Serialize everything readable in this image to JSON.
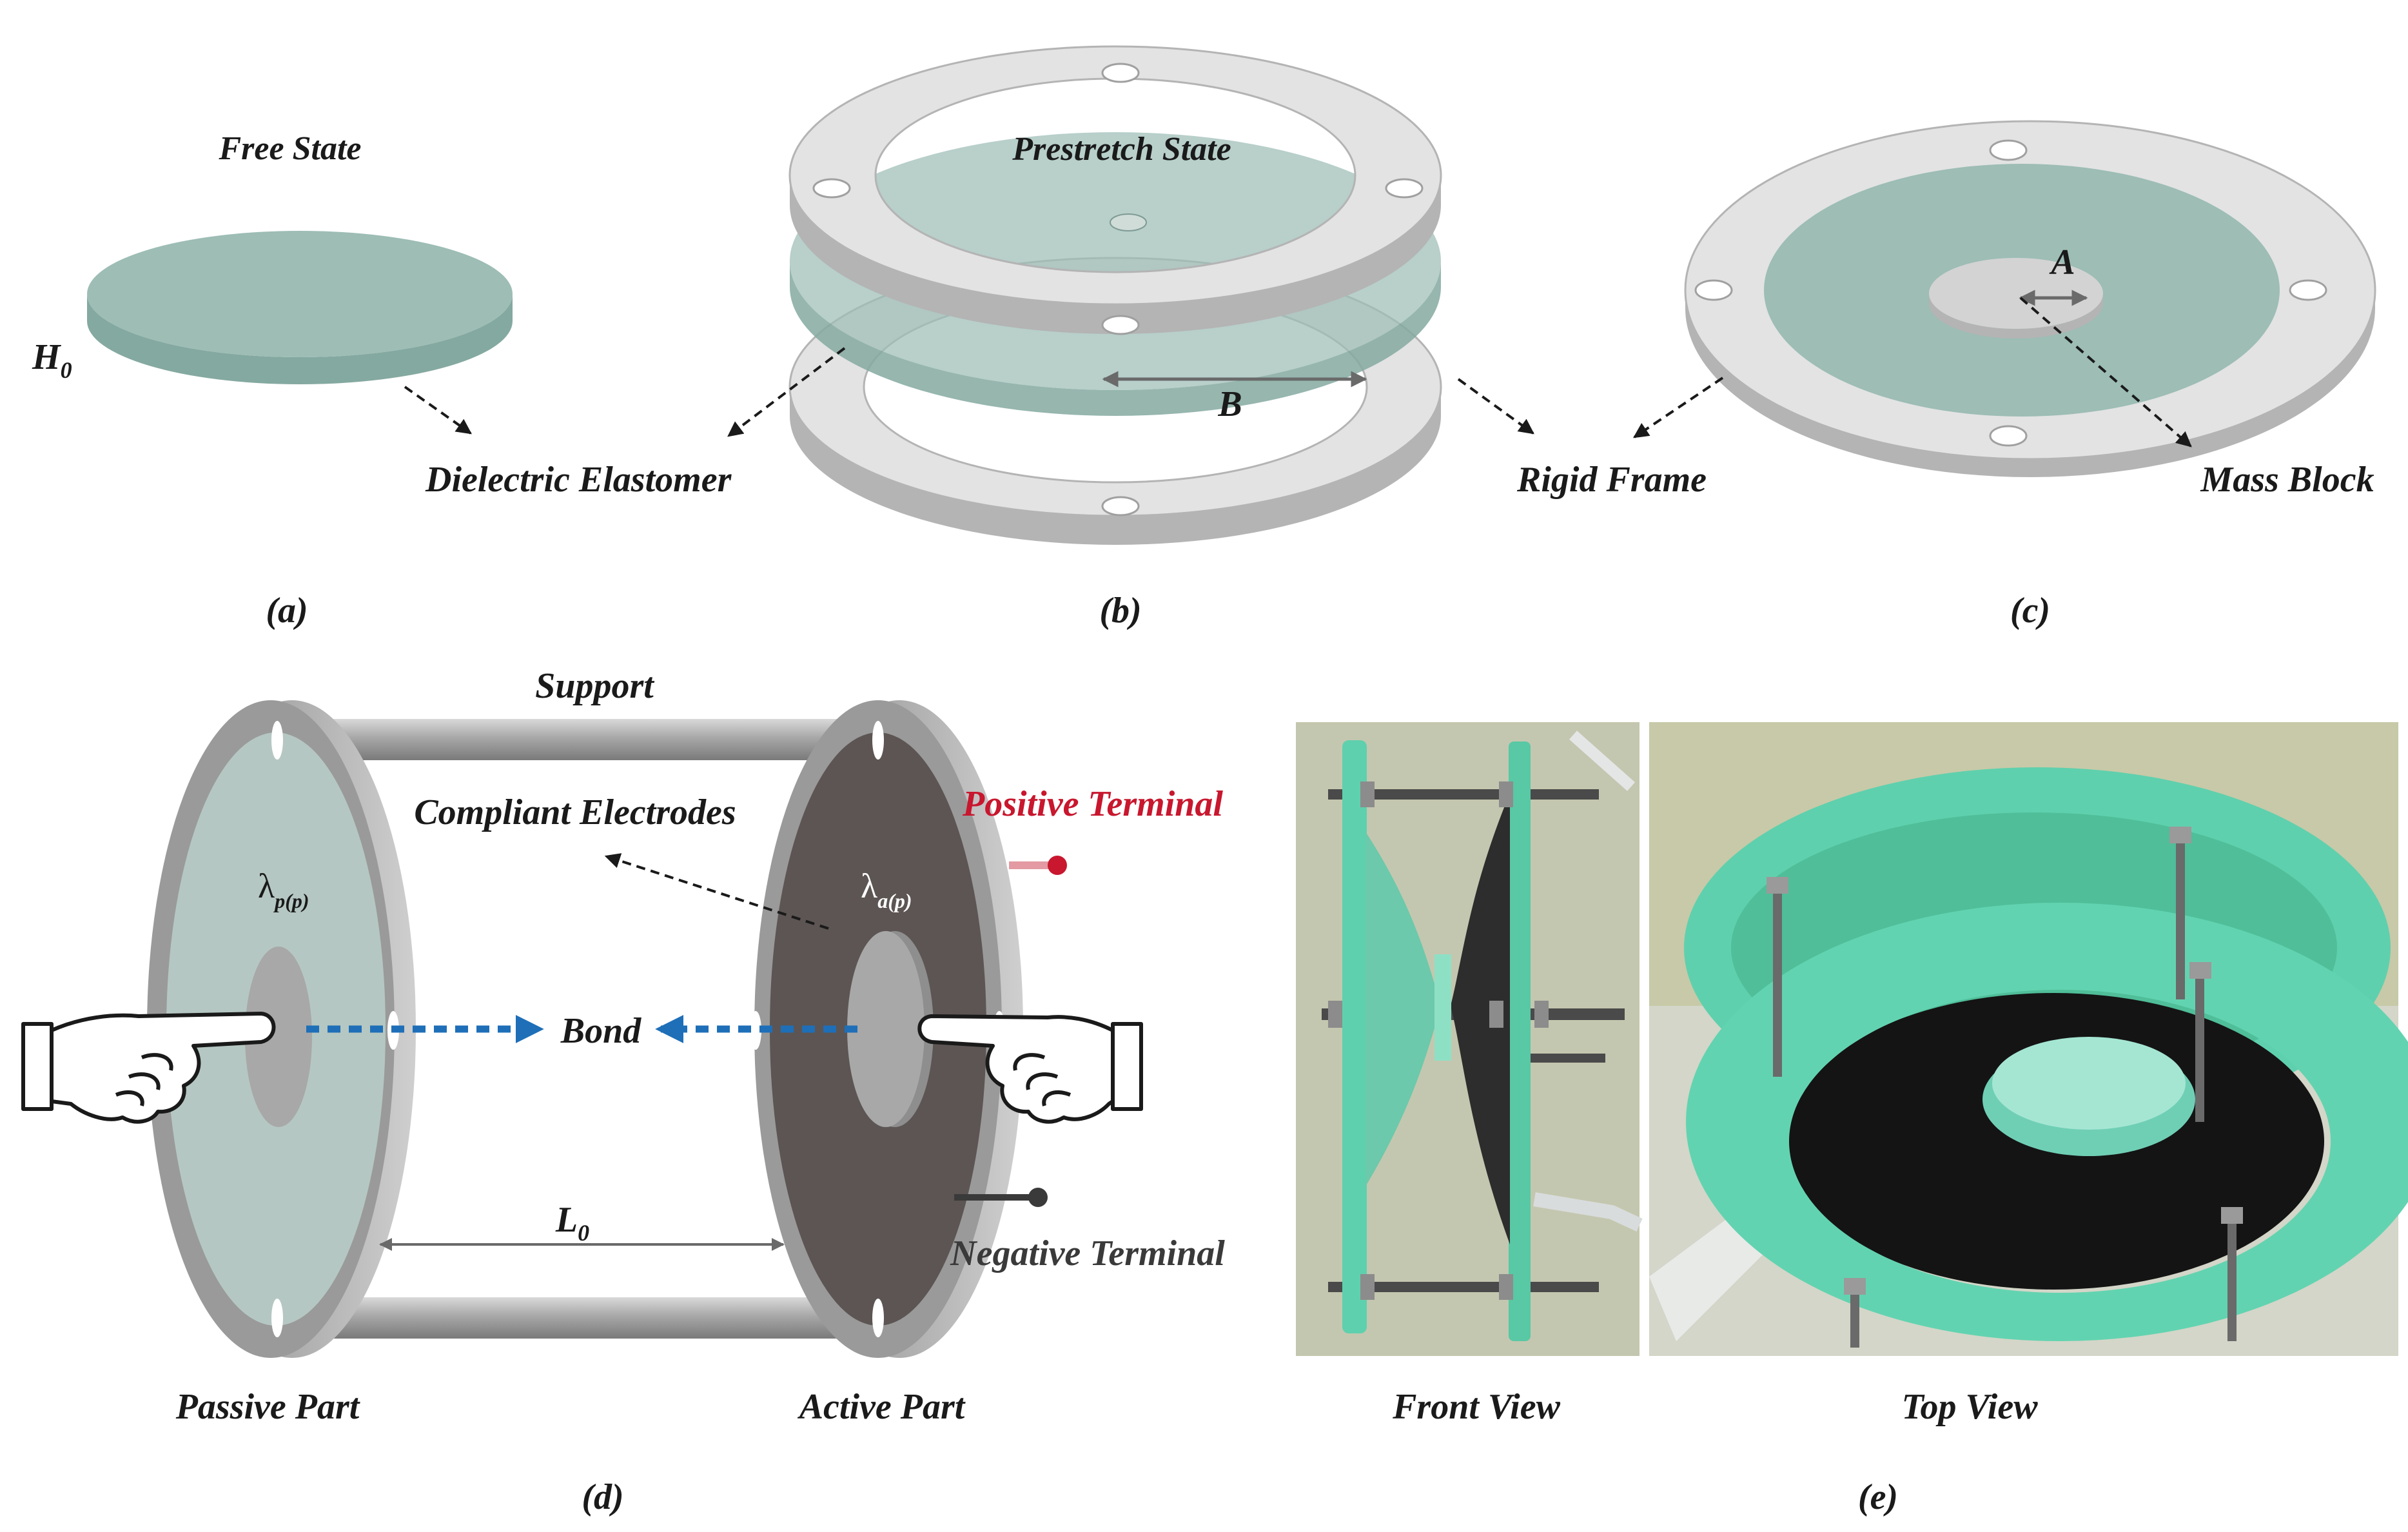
{
  "panel_a": {
    "label": "(a)",
    "state": "Free State",
    "thickness": "H",
    "thickness_sub": "0",
    "callout": "Dielectric Elastomer"
  },
  "panel_b": {
    "label": "(b)",
    "state": "Prestretch State",
    "dimension": "B"
  },
  "panel_c": {
    "label": "(c)",
    "dimension": "A",
    "callout_frame": "Rigid Frame",
    "callout_mass": "Mass Block"
  },
  "panel_d": {
    "label": "(d)",
    "support": "Support",
    "electrodes": "Compliant Electrodes",
    "positive": "Positive Terminal",
    "negative": "Negative Terminal",
    "bond": "Bond",
    "length": "L",
    "length_sub": "0",
    "lambda_passive": "λ",
    "lambda_passive_sub": "p(p)",
    "lambda_active": "λ",
    "lambda_active_sub": "a(p)",
    "passive_part": "Passive Part",
    "active_part": "Active Part"
  },
  "panel_e": {
    "label": "(e)",
    "front_view": "Front View",
    "top_view": "Top View"
  },
  "colors": {
    "elastomer": "#9dbdb5",
    "elastomer_edge": "#84a9a0",
    "frame": "#e3e3e3",
    "frame_edge": "#b4b4b4",
    "electrode": "#5c5553",
    "positive": "#c8172e",
    "bond_arrow": "#1e6fb8",
    "photo_green": "#5fd0ad"
  }
}
